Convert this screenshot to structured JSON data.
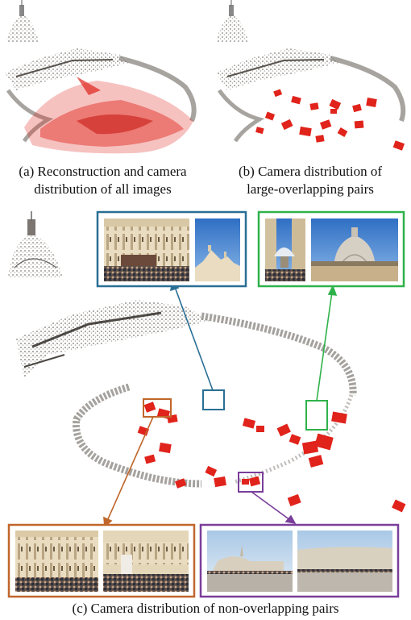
{
  "captions": {
    "a_line1": "(a) Reconstruction and camera",
    "a_line2": "distribution of all images",
    "b_line1": "(b) Camera distribution of",
    "b_line2": "large-overlapping pairs",
    "c": "(c) Camera distribution of non-overlapping pairs"
  },
  "colors": {
    "camera_red": "#e0231b",
    "frame_blue": "#2a6f95",
    "frame_green": "#2fb24a",
    "frame_orange": "#c0662a",
    "frame_purple": "#7a3e9a"
  }
}
